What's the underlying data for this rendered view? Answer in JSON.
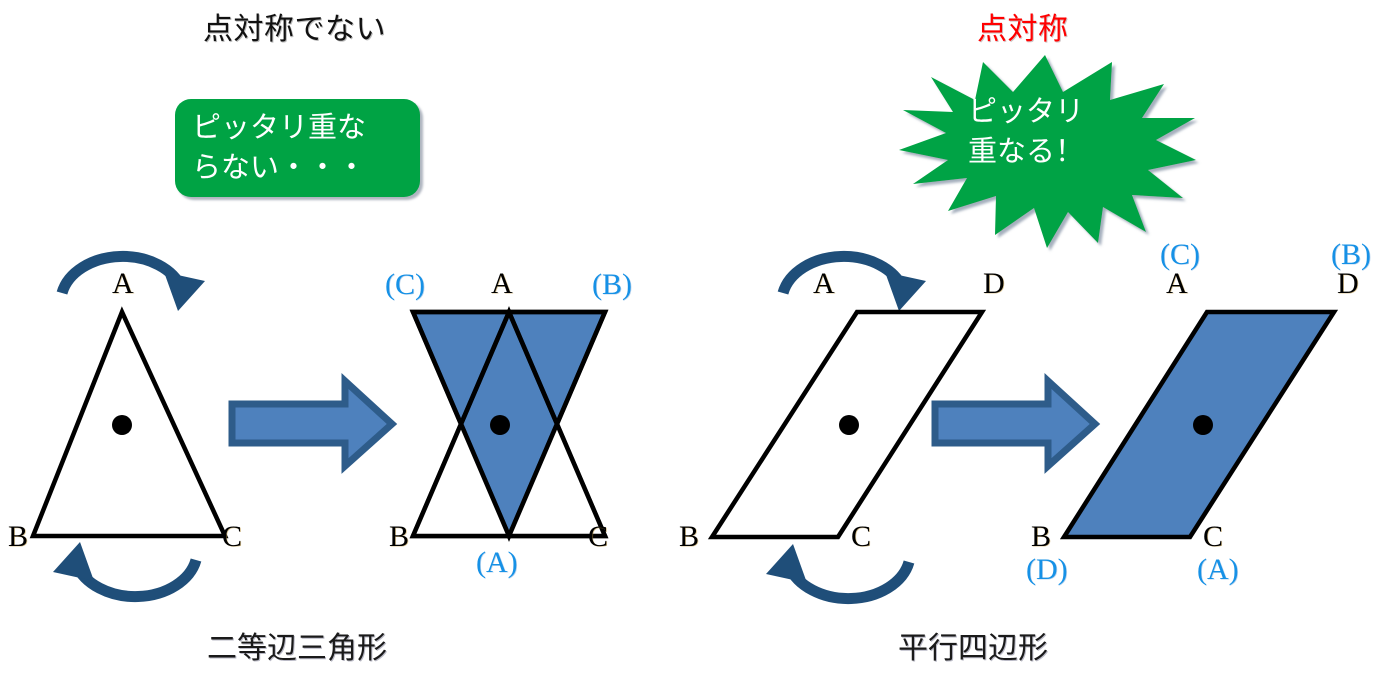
{
  "headers": {
    "left": "点対称でない",
    "right": "点対称"
  },
  "callouts": {
    "left_box": "ピッタリ重な\nらない・・・",
    "right_star": "ピッタリ\n重なる！"
  },
  "captions": {
    "left": "二等辺三角形",
    "right": "平行四辺形"
  },
  "colors": {
    "green": "#00a344",
    "red": "#ff0000",
    "shape_fill_blue": "#4e81bd",
    "arrow_fill": "#4e81bd",
    "arrow_border": "#2e5c8a",
    "rotation_arrow": "#1f4e79",
    "image_label_blue": "#1691e6",
    "outline_black": "#000000"
  },
  "panels": [
    {
      "id": "isosceles-triangle",
      "caption": "二等辺三角形",
      "symmetric": false,
      "original": {
        "shape": "triangle",
        "vertex_labels": [
          "A",
          "B",
          "C"
        ],
        "center_dot": true
      },
      "result": {
        "shape": "overlapping-triangles",
        "original_labels": [
          "A",
          "B",
          "C"
        ],
        "image_labels": [
          "(A)",
          "(B)",
          "(C)"
        ],
        "filled": "rotated-triangle-only",
        "center_dot": true
      }
    },
    {
      "id": "parallelogram",
      "caption": "平行四辺形",
      "symmetric": true,
      "original": {
        "shape": "parallelogram",
        "vertex_labels": [
          "A",
          "B",
          "C",
          "D"
        ],
        "center_dot": true
      },
      "result": {
        "shape": "parallelogram",
        "original_labels": [
          "A",
          "B",
          "C",
          "D"
        ],
        "image_labels": [
          "(A)",
          "(B)",
          "(C)",
          "(D)"
        ],
        "filled": "full",
        "center_dot": true
      }
    }
  ],
  "labels": {
    "tri_src": {
      "A": "A",
      "B": "B",
      "C": "C"
    },
    "tri_res": {
      "A": "A",
      "B": "B",
      "C": "C",
      "iA": "(A)",
      "iB": "(B)",
      "iC": "(C)"
    },
    "para_src": {
      "A": "A",
      "B": "B",
      "C": "C",
      "D": "D"
    },
    "para_res": {
      "A": "A",
      "B": "B",
      "C": "C",
      "D": "D",
      "iA": "(A)",
      "iB": "(B)",
      "iC": "(C)",
      "iD": "(D)"
    }
  }
}
